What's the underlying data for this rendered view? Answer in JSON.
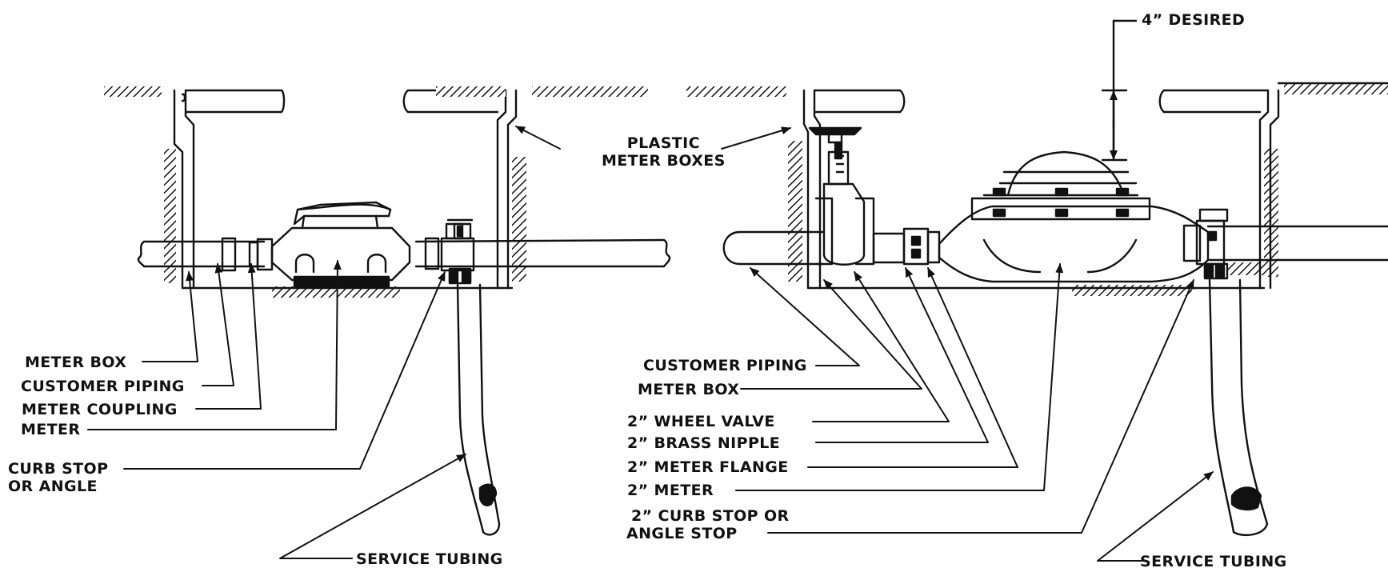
{
  "diagram": {
    "left_assembly": {
      "labels": {
        "meter_box": "METER BOX",
        "customer_piping": "CUSTOMER PIPING",
        "meter_coupling": "METER COUPLING",
        "meter": "METER",
        "curb_stop_line1": "CURB STOP",
        "curb_stop_line2": "OR ANGLE",
        "service_tubing": "SERVICE TUBING"
      }
    },
    "center": {
      "plastic_line1": "PLASTIC",
      "plastic_line2": "METER BOXES"
    },
    "right_assembly": {
      "labels": {
        "desired": "4” DESIRED",
        "customer_piping": "CUSTOMER PIPING",
        "meter_box": "METER BOX",
        "wheel_valve": "2” WHEEL VALVE",
        "brass_nipple": "2” BRASS NIPPLE",
        "meter_flange": "2” METER FLANGE",
        "meter": "2” METER",
        "curb_stop_line1": "2” CURB STOP OR",
        "curb_stop_line2": "ANGLE STOP",
        "service_tubing": "SERVICE TUBING"
      }
    },
    "colors": {
      "ink": "#111111",
      "background": "#ffffff"
    }
  }
}
